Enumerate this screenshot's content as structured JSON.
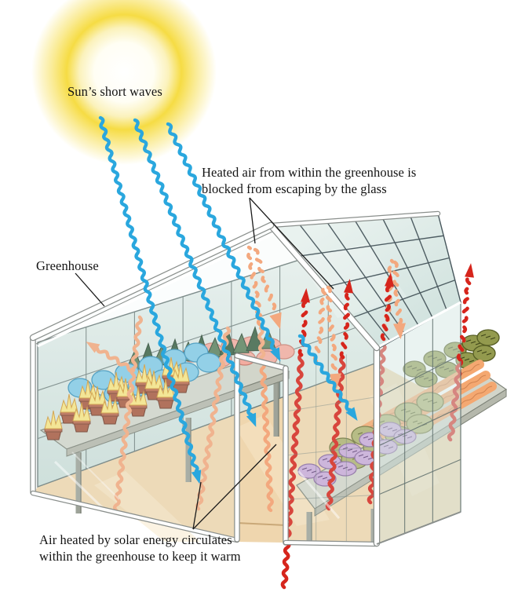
{
  "diagram": {
    "title": "Greenhouse effect diagram",
    "labels": {
      "sun": "Sun’s short waves",
      "greenhouse": "Greenhouse",
      "blocked_line1": "Heated air from within the greenhouse is",
      "blocked_line2": "blocked from escaping by the glass",
      "circulate_line1": "Air heated by solar energy circulates",
      "circulate_line2": "within the greenhouse to keep it warm"
    },
    "colors": {
      "sun_core": "#FFFFFF",
      "sun_yellow": "#F6DC44",
      "short_wave_blue": "#2AA7DE",
      "warm_air_orange": "#F3A87E",
      "long_wave_red": "#D6251C",
      "glass": "#DCEAE6",
      "glass_light": "#EAF2EF",
      "glass_dark": "#CBDDD8",
      "glass_line": "#47565C",
      "wall_line": "#6C7B79",
      "frame_white": "#FFFFFF",
      "frame_edge": "#8A8F8C",
      "floor_tan": "#EFD6AE",
      "floor_light": "#F8E9CC",
      "table_top": "#D2D5CA",
      "table_edge": "#7E8378",
      "table_apron": "#B5B8AC",
      "table_leg": "#9EA399",
      "pot": "#A95C43",
      "pot_edge": "#6E3A28",
      "plant_yellow": "#F6E487",
      "plant_yellow_edge": "#D29A3A",
      "flower_blue": "#85CBE5",
      "flower_blue_edge": "#3E95BC",
      "conifer_light": "#5F8260",
      "conifer_dark": "#3F6448",
      "conifer_edge": "#2F4A36",
      "flower_pink": "#F2ACA0",
      "flower_pink_edge": "#C97F72",
      "plant_purple": "#C9ABD8",
      "plant_purple_edge": "#8A6AA0",
      "plant_purple_tick": "#5E3E75",
      "lettuce": "#AEB273",
      "lettuce_edge": "#6E7239",
      "carrot": "#F4A871",
      "carrot_edge": "#C87B48",
      "dark_olive": "#939A4E",
      "dark_olive_edge": "#565D24",
      "leader_line": "#1A1A1A",
      "label_text": "#141414"
    },
    "arrows": [
      {
        "name": "short-wave-1",
        "kind": "suns-short-wave",
        "color": "blue",
        "solid": [
          [
            128,
            150
          ],
          [
            250,
            600
          ]
        ],
        "head": true
      },
      {
        "name": "short-wave-2",
        "kind": "suns-short-wave",
        "color": "blue",
        "solid": [
          [
            172,
            153
          ],
          [
            320,
            528
          ]
        ],
        "head": true
      },
      {
        "name": "short-wave-3",
        "kind": "suns-short-wave",
        "color": "blue",
        "solid": [
          [
            214,
            158
          ],
          [
            350,
            445
          ]
        ],
        "head": true
      },
      {
        "name": "short-wave-4",
        "kind": "suns-short-wave",
        "color": "blue",
        "solid": [
          [
            382,
            428
          ],
          [
            446,
            522
          ]
        ],
        "head": true
      },
      {
        "name": "heated-air-1",
        "kind": "heated-air",
        "color": "orange",
        "solid": [
          [
            170,
            472
          ],
          [
            124,
            444
          ]
        ],
        "head": true
      },
      {
        "name": "heated-air-2",
        "kind": "heated-air",
        "color": "orange",
        "solid": [
          [
            148,
            650
          ],
          [
            178,
            404
          ]
        ]
      },
      {
        "name": "heated-air-3",
        "kind": "heated-air",
        "color": "orange",
        "solid": [
          [
            253,
            648
          ],
          [
            290,
            418
          ]
        ]
      },
      {
        "name": "heated-air-4",
        "kind": "heated-air",
        "color": "orange",
        "solid": [
          [
            345,
            650
          ],
          [
            332,
            418
          ]
        ]
      },
      {
        "name": "heated-air-deflect-1a",
        "kind": "heated-air-deflected",
        "color": "orange",
        "dashed": [
          [
            332,
            414
          ],
          [
            317,
            315
          ]
        ]
      },
      {
        "name": "heated-air-deflect-1b",
        "kind": "heated-air-deflected",
        "color": "orange",
        "dashed": [
          [
            325,
            318
          ],
          [
            351,
            400
          ]
        ],
        "head": true,
        "bighead": true
      },
      {
        "name": "heated-air-deflect-2a",
        "kind": "heated-air-deflected",
        "color": "orange",
        "dashed": [
          [
            403,
            460
          ],
          [
            414,
            366
          ]
        ]
      },
      {
        "name": "heated-air-deflect-2b",
        "kind": "heated-air-deflected",
        "color": "orange",
        "dashed": [
          [
            418,
            366
          ],
          [
            427,
            476
          ]
        ],
        "head": true,
        "bighead": true
      },
      {
        "name": "heated-air-deflect-3a",
        "kind": "heated-air-deflected",
        "color": "orange",
        "dashed": [
          [
            492,
            420
          ],
          [
            499,
            332
          ]
        ]
      },
      {
        "name": "heated-air-deflect-3b",
        "kind": "heated-air-deflected",
        "color": "orange",
        "dashed": [
          [
            503,
            334
          ],
          [
            509,
            412
          ]
        ],
        "head": true,
        "bighead": true
      },
      {
        "name": "long-wave-1",
        "kind": "long-wave-heat",
        "color": "red",
        "solid": [
          [
            362,
            748
          ],
          [
            384,
            452
          ]
        ],
        "dashed": [
          [
            384,
            452
          ],
          [
            389,
            385
          ]
        ],
        "head": true
      },
      {
        "name": "long-wave-2",
        "kind": "long-wave-heat",
        "color": "red",
        "solid": [
          [
            419,
            648
          ],
          [
            437,
            455
          ]
        ],
        "dashed": [
          [
            437,
            455
          ],
          [
            444,
            373
          ]
        ],
        "head": true
      },
      {
        "name": "long-wave-3",
        "kind": "long-wave-heat",
        "color": "red",
        "solid": [
          [
            472,
            640
          ],
          [
            489,
            432
          ]
        ],
        "dashed": [
          [
            489,
            432
          ],
          [
            496,
            365
          ]
        ],
        "head": true
      },
      {
        "name": "long-wave-4",
        "kind": "long-wave-heat",
        "color": "red",
        "solid": [
          [
            574,
            560
          ],
          [
            586,
            458
          ]
        ],
        "dashed": [
          [
            586,
            458
          ],
          [
            598,
            353
          ]
        ],
        "head": true
      }
    ]
  }
}
